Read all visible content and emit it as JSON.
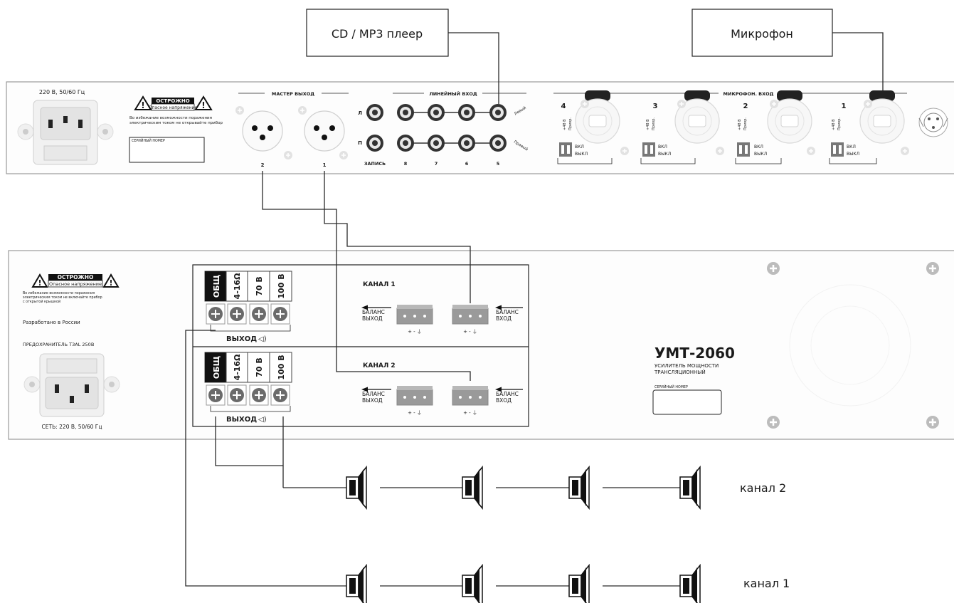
{
  "sources": {
    "cd_player": "CD / MP3 плеер",
    "microphone": "Микрофон"
  },
  "preamp": {
    "power_label": "220 В,  50/60 Гц",
    "warning_title": "ОСТРОЖНО",
    "warning_subtitle": "Опасное напряжение",
    "warning_text_1": "Во избежание возможности поражения",
    "warning_text_2": "электрическим током не открывайте прибор",
    "serial_label": "СЕРИЙНЫЙ НОМЕР",
    "master_out": "МАСТЕР ВЫХОД",
    "master_numbers": [
      "2",
      "1"
    ],
    "line_in": "ЛИНЕЙНЫЙ ВХОД",
    "rca_l": "Л",
    "rca_r": "П",
    "record": "ЗАПИСЬ",
    "line_numbers": [
      "8",
      "7",
      "6",
      "5"
    ],
    "left_ch": "Левый",
    "right_ch": "Правый",
    "mic_in": "МИКРОФОН. ВХОД",
    "mic_numbers": [
      "4",
      "3",
      "2",
      "1"
    ],
    "phantom": "+48 В",
    "priority": "Приор.",
    "on": "ВКЛ",
    "off": "ВЫКЛ"
  },
  "amplifier": {
    "warning_title": "ОСТРОЖНО",
    "warning_subtitle": "Опасное напряжение",
    "warning_text_1": "Во избежание возможности поражения",
    "warning_text_2": "электрическим током не включайте прибор",
    "warning_text_3": "с открытой крышкой",
    "made_in": "Разработано в  России",
    "fuse": "ПРЕДОХРАНИТЕЛЬ Т3AL 250В",
    "mains": "СЕТЬ: 220 В, 50/60 Гц",
    "terminals": [
      "ОБЩ",
      "4-16Ω",
      "70 В",
      "100 В"
    ],
    "output": "ВЫХОД",
    "channel_1": "КАНАЛ 1",
    "channel_2": "КАНАЛ 2",
    "bal_out_1": "БАЛАНС",
    "bal_out_2": "ВЫХОД",
    "bal_in_1": "БАЛАНС",
    "bal_in_2": "ВХОД",
    "pins": "+  -  ⏚",
    "model": "УМТ-2060",
    "desc_1": "УСИЛИТЕЛЬ МОЩНОСТИ",
    "desc_2": "ТРАНСЛЯЦИОННЫЙ",
    "serial_label": "СЕРИЙНЫЙ НОМЕР"
  },
  "speaker_lines": {
    "ch2": "канал 2",
    "ch1": "канал 1"
  }
}
